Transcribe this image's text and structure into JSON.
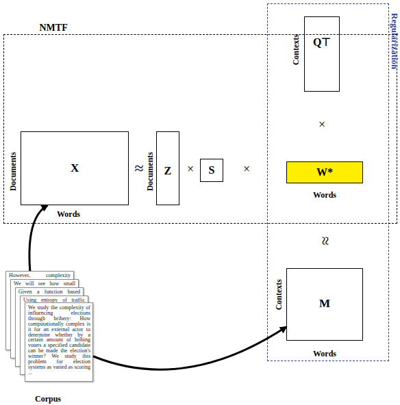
{
  "diagram": {
    "nodes": [
      {
        "text": [
          "Regularization"
        ]
      },
      {
        "text": [
          "Contexts",
          "Q⊤"
        ],
        "in": 0
      },
      {
        "text": [
          "NMTF"
        ]
      },
      {
        "text": [
          "Documents",
          "X",
          "Words"
        ],
        "in": 2
      },
      {
        "text": [
          "Documents",
          "Z"
        ],
        "in": 2
      },
      {
        "text": [
          "S"
        ],
        "in": 2
      },
      {
        "text": [
          "W*",
          "Words"
        ],
        "in": 2
      },
      {
        "text": [
          "Contexts",
          "M",
          "Words"
        ],
        "in": 0
      },
      {
        "text": [
          "We study the complexity of influencing elections through bribery: How computationally complex is it for an external actor to determine whether by a certain amount of bribing voters a specified candidate can be made the election's winner? We study this problem for election systems as varied as scoring ...",
          "Corpus"
        ]
      }
    ],
    "edges": [
      {
        "from": 8,
        "to": 3,
        "arrow": "to"
      },
      {
        "from": 8,
        "to": 7,
        "arrow": "to"
      }
    ],
    "labels": [
      "≈",
      "×",
      "×",
      "×",
      "≈",
      "However, complexity",
      "We will see how small",
      "Given a function based",
      "Using entropy of traffic"
    ]
  }
}
